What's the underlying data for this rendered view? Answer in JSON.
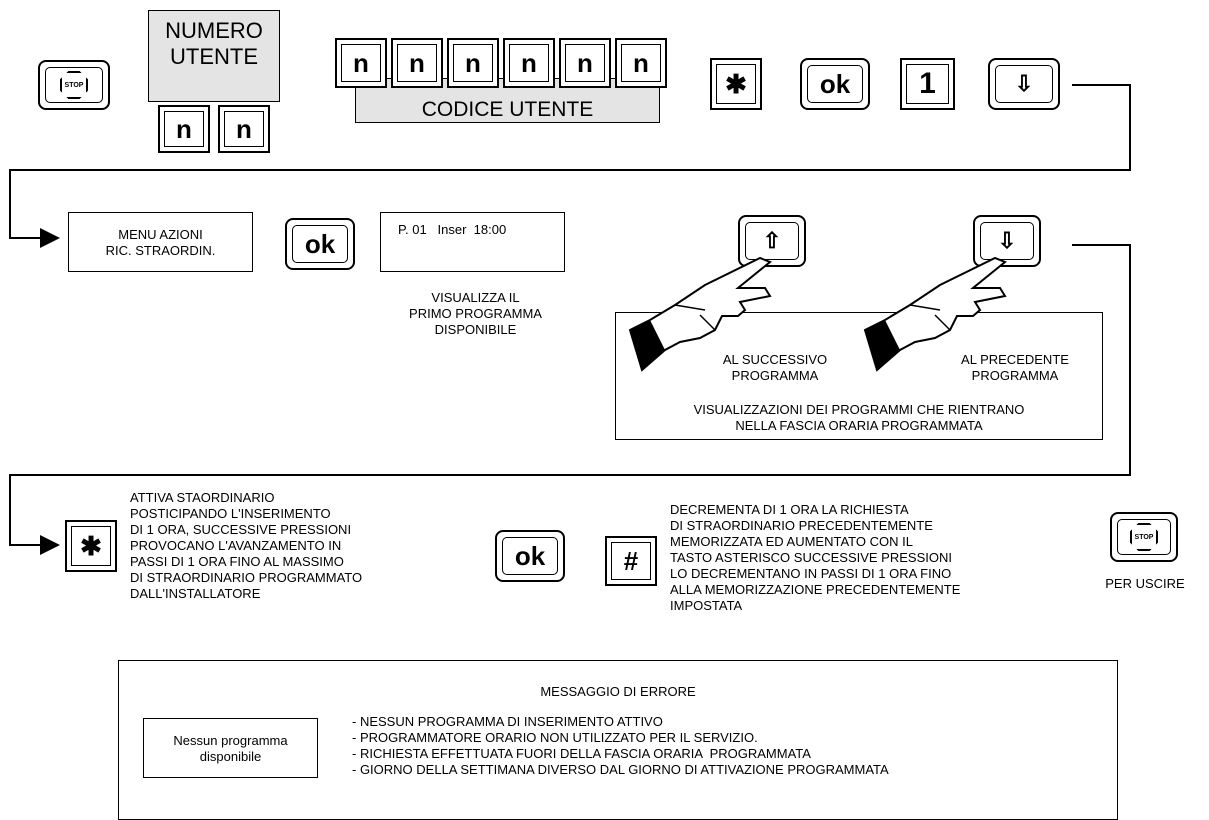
{
  "row1": {
    "stop_label": "STOP",
    "numero_utente_title": "NUMERO\nUTENTE",
    "numero_digits": [
      "n",
      "n"
    ],
    "codice_digits": [
      "n",
      "n",
      "n",
      "n",
      "n",
      "n"
    ],
    "codice_utente_label": "CODICE UTENTE",
    "star_key": "✱",
    "ok_key": "ok",
    "one_key": "1",
    "down_key": "⇩"
  },
  "row2": {
    "menu_display": "MENU AZIONI\nRIC. STRAORDIN.",
    "ok_key": "ok",
    "program_display": "P. 01   Inser  18:00",
    "first_program_note": "VISUALIZZA IL\nPRIMO PROGRAMMA\nDISPONIBILE",
    "up_key": "⇧",
    "down_key": "⇩",
    "next_label": "AL SUCCESSIVO\nPROGRAMMA",
    "prev_label": "AL PRECEDENTE\nPROGRAMMA",
    "info_text": "VISUALIZZAZIONI DEI PROGRAMMI CHE RIENTRANO\nNELLA FASCIA ORARIA PROGRAMMATA"
  },
  "row3": {
    "star_key": "✱",
    "star_desc": "ATTIVA STAORDINARIO\nPOSTICIPANDO L'INSERIMENTO\nDI 1 ORA, SUCCESSIVE PRESSIONI\nPROVOCANO L'AVANZAMENTO IN\nPASSI DI 1 ORA FINO AL MASSIMO\nDI STRAORDINARIO PROGRAMMATO\nDALL'INSTALLATORE",
    "ok_key": "ok",
    "hash_key": "#",
    "hash_desc": "DECREMENTA DI 1 ORA LA RICHIESTA\nDI STRAORDINARIO PRECEDENTEMENTE\nMEMORIZZATA ED AUMENTATO CON IL\nTASTO ASTERISCO SUCCESSIVE PRESSIONI\nLO DECREMENTANO IN PASSI DI 1 ORA FINO\nALLA MEMORIZZAZIONE PRECEDENTEMENTE\nIMPOSTATA",
    "stop_label": "STOP",
    "exit_label": "PER USCIRE"
  },
  "error": {
    "title": "MESSAGGIO DI ERRORE",
    "display": "Nessun programma\ndisponibile",
    "items": [
      "- NESSUN PROGRAMMA DI INSERIMENTO ATTIVO",
      "- PROGRAMMATORE ORARIO NON UTILIZZATO PER IL SERVIZIO.",
      "- RICHIESTA EFFETTUATA FUORI DELLA FASCIA ORARIA  PROGRAMMATA",
      "- GIORNO DELLA SETTIMANA DIVERSO DAL GIORNO DI ATTIVAZIONE PROGRAMMATA"
    ]
  }
}
